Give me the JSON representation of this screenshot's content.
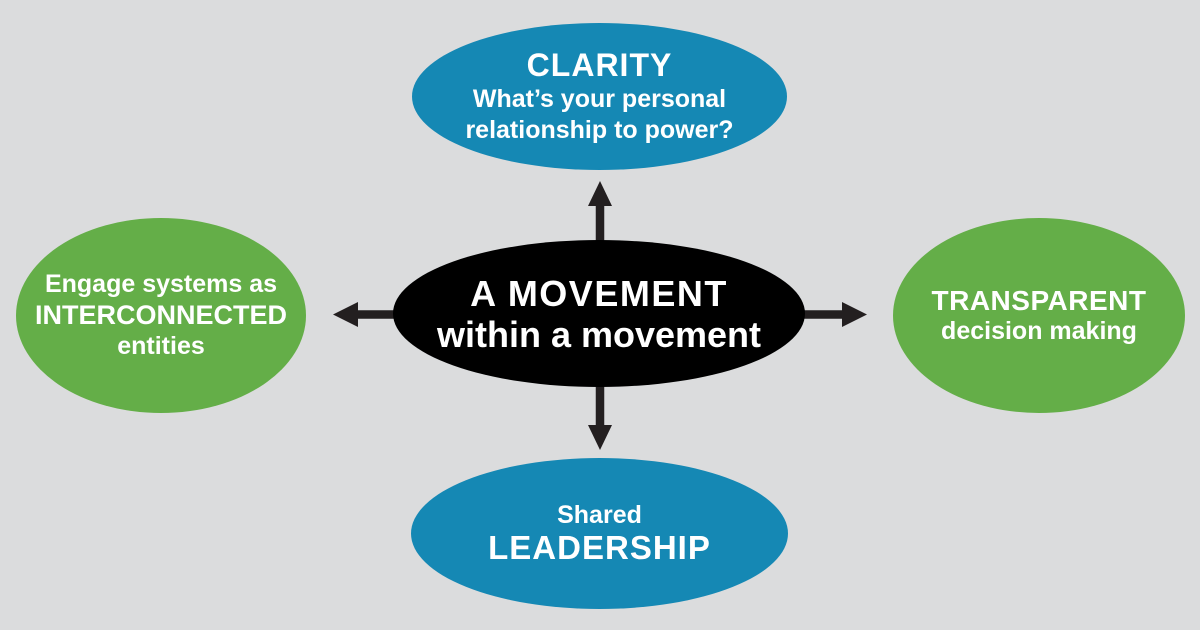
{
  "colors": {
    "background": "#dbdcdd",
    "blue": "#1588b4",
    "green": "#64ae48",
    "black": "#000000",
    "arrow": "#231f20",
    "text": "#ffffff"
  },
  "center_node": {
    "line1": "A MOVEMENT",
    "line2": "within a movement"
  },
  "top_node": {
    "title": "CLARITY",
    "subtitle_line1": "What’s your personal",
    "subtitle_line2": "relationship to power?"
  },
  "left_node": {
    "line1": "Engage systems as",
    "line2": "INTERCONNECTED",
    "line3": "entities"
  },
  "right_node": {
    "line1": "TRANSPARENT",
    "line2": "decision making"
  },
  "bottom_node": {
    "line1": "Shared",
    "line2": "LEADERSHIP"
  }
}
